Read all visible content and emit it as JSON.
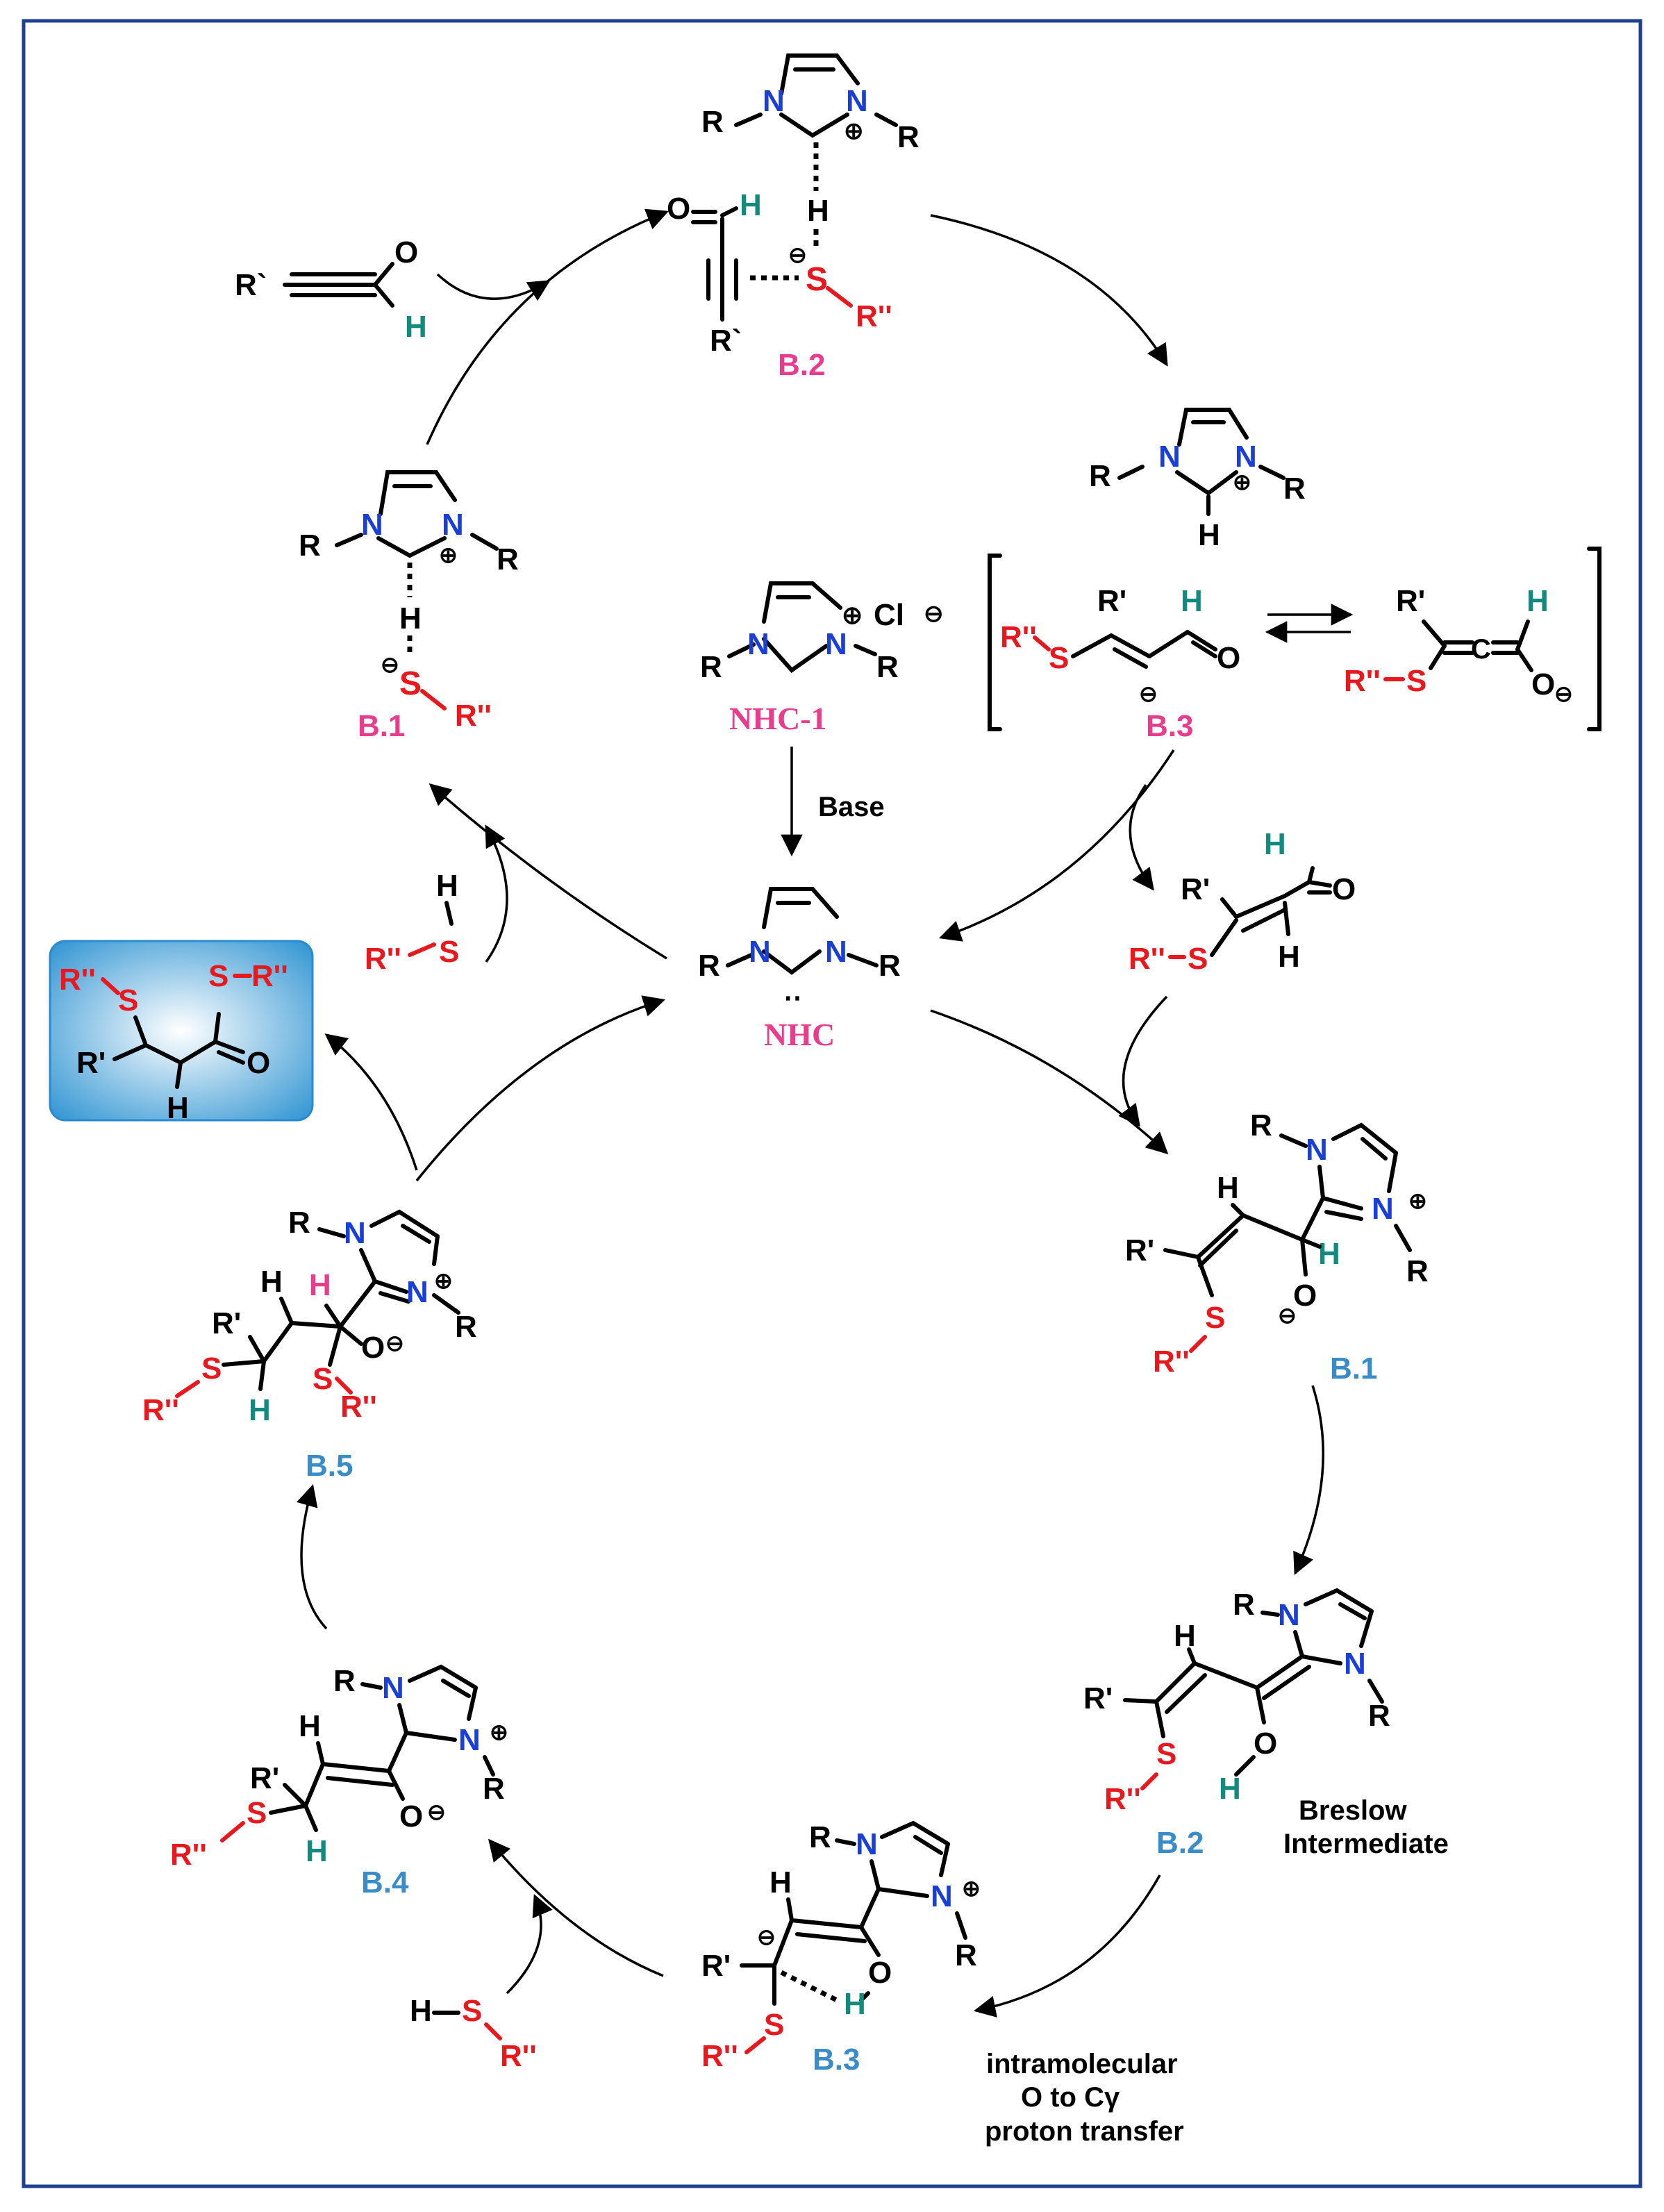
{
  "colors": {
    "frame": "#1f3f8f",
    "nitrogen": "#1a3fd6",
    "sulfur_R": "#e8191e",
    "hydrogen": "#138a7e",
    "label_pink": "#e83c8c",
    "label_blue": "#3a8cc8",
    "product_box": "#3aa0d8"
  },
  "atoms": {
    "R": "R",
    "N": "N",
    "S": "S",
    "H": "H",
    "O": "O",
    "C": "C",
    "Rp": "R'",
    "Rpp": "R''",
    "Rb": "R`",
    "Cl": "Cl",
    "plus": "⊕",
    "minus": "⊖",
    "lone_pair": "‥"
  },
  "labels": {
    "b2_top": "B.2",
    "b1_left": "B.1",
    "nhc1": "NHC-1",
    "nhc": "NHC",
    "b3_top": "B.3",
    "b1_right": "B.1",
    "b2_right": "B.2",
    "b3_bottom": "B.3",
    "b4": "B.4",
    "b5": "B.5"
  },
  "annotations": {
    "base": "Base",
    "breslow_1": "Breslow",
    "breslow_2": "Intermediate",
    "transfer_1": "intramolecular",
    "transfer_2": "O to Cγ",
    "transfer_3": "proton transfer"
  }
}
